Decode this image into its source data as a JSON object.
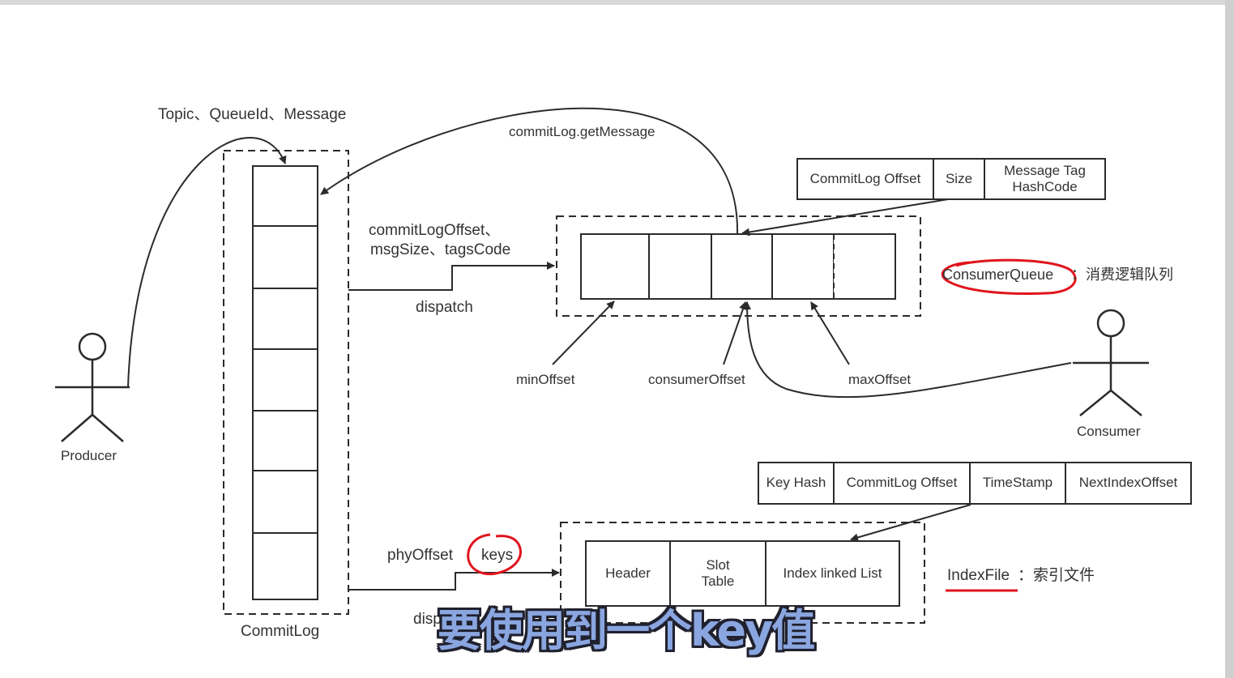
{
  "actors": {
    "producer": "Producer",
    "consumer": "Consumer"
  },
  "commitlog": {
    "label": "CommitLog",
    "input_label": "Topic、QueueId、Message",
    "getmessage_label": "commitLog.getMessage"
  },
  "dispatch_top": {
    "fields_line1": "commitLogOffset、",
    "fields_line2": "msgSize、tagsCode",
    "label": "dispatch"
  },
  "consume_queue": {
    "entry_fields": [
      "CommitLog Offset",
      "Size",
      "Message Tag\nHashCode"
    ],
    "name": "ConsumerQueue",
    "desc": "：消费逻辑队列",
    "min_offset": "minOffset",
    "consumer_offset": "consumerOffset",
    "max_offset": "maxOffset"
  },
  "dispatch_bottom": {
    "phy_offset": "phyOffset",
    "keys": "keys",
    "label": "disp"
  },
  "index_file": {
    "entry_fields": [
      "Key Hash",
      "CommitLog Offset",
      "TimeStamp",
      "NextIndexOffset"
    ],
    "sections": [
      "Header",
      "Slot\nTable",
      "Index linked List"
    ],
    "name": "IndexFile",
    "desc": "：索引文件"
  },
  "subtitle": "要使用到一个key值",
  "colors": {
    "line": "#2b2b2b",
    "annotation_red": "#e0141e",
    "subtitle_fill": "#8aa6e0"
  }
}
